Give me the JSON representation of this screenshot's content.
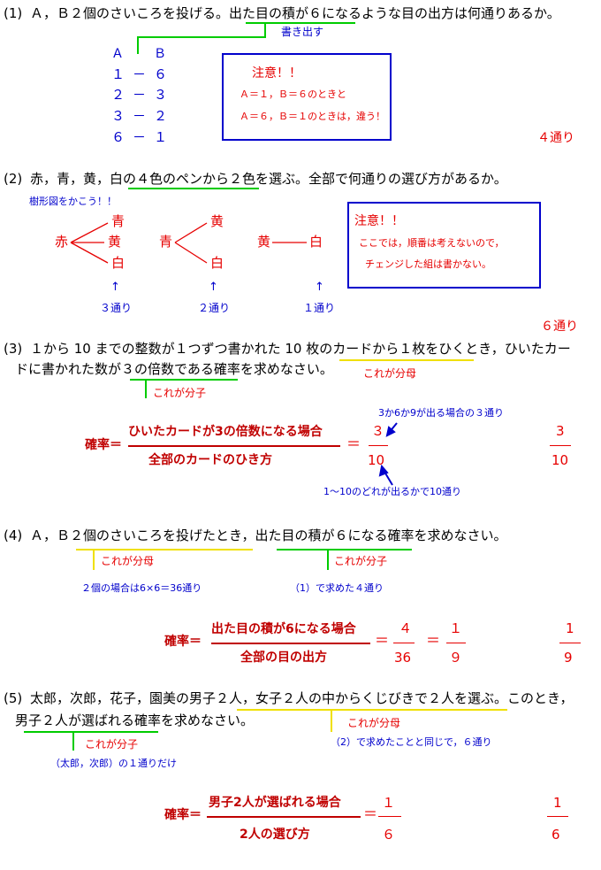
{
  "q1": {
    "num": "(1)",
    "text": "Ａ，Ｂ２個のさいころを投げる。出た目の積が６になるような目の出方は何通りあるか。",
    "note_write": "書き出す",
    "col_a": "Ａ",
    "col_b": "Ｂ",
    "pairs": [
      {
        "a": "１",
        "dash": "－",
        "b": "６"
      },
      {
        "a": "２",
        "dash": "－",
        "b": "３"
      },
      {
        "a": "３",
        "dash": "－",
        "b": "２"
      },
      {
        "a": "６",
        "dash": "－",
        "b": "１"
      }
    ],
    "caution_title": "注意！！",
    "caution_line1": "Ａ＝１，Ｂ＝６のときと",
    "caution_line2": "Ａ＝６，Ｂ＝１のときは，違う！",
    "answer": "４通り"
  },
  "q2": {
    "num": "(2)",
    "text": "赤，青，黄，白の４色のペンから２色を選ぶ。全部で何通りの選び方があるか。",
    "note_tree": "樹形図をかこう！！",
    "tree1_root": "赤",
    "tree1_leaves": [
      "青",
      "黄",
      "白"
    ],
    "tree2_root": "青",
    "tree2_leaves": [
      "黄",
      "白"
    ],
    "tree3_root": "黄",
    "tree3_leaf": "白",
    "arrow": "↑",
    "count1": "３通り",
    "count2": "２通り",
    "count3": "１通り",
    "caution_title": "注意！！",
    "caution_line1": "ここでは，順番は考えないので，",
    "caution_line2": "チェンジした組は書かない。",
    "answer": "６通り"
  },
  "q3": {
    "num": "(3)",
    "text_line1": "１から 10 までの整数が１つずつ書かれた 10 枚のカードから１枚をひくとき，ひいたカー",
    "text_line2": "ドに書かれた数が３の倍数である確率を求めなさい。",
    "note_denominator": "これが分母",
    "note_numerator": "これが分子",
    "prob_label": "確率＝",
    "frac_top": "ひいたカードが3の倍数になる場合",
    "frac_bottom": "全部のカードのひき方",
    "equals": "＝",
    "num_value": "３",
    "den_value": "10",
    "note_num_count": "3か6か9が出る場合の３通り",
    "note_den_count": "1～10のどれが出るかで10通り",
    "answer_num": "3",
    "answer_den": "10"
  },
  "q4": {
    "num": "(4)",
    "text": "Ａ，Ｂ２個のさいころを投げたとき，出た目の積が６になる確率を求めなさい。",
    "note_denominator": "これが分母",
    "note_numerator": "これが分子",
    "note_den_count": "２個の場合は6×6＝36通り",
    "note_num_count": "（1）で求めた４通り",
    "prob_label": "確率＝",
    "frac_top": "出た目の積が6になる場合",
    "frac_bottom": "全部の目の出方",
    "equals": "＝",
    "num_value": "４",
    "den_value": "36",
    "equals2": "＝",
    "num2": "１",
    "den2": "９",
    "answer_num": "1",
    "answer_den": "9"
  },
  "q5": {
    "num": "(5)",
    "text_line1": "太郎，次郎，花子，園美の男子２人，女子２人の中からくじびきで２人を選ぶ。このとき，",
    "text_line2": "男子２人が選ばれる確率を求めなさい。",
    "note_numerator": "これが分子",
    "note_denominator": "これが分母",
    "note_num_count": "（太郎，次郎）の１通りだけ",
    "note_den_count": "（2）で求めたことと同じで，６通り",
    "prob_label": "確率＝",
    "frac_top": "男子2人が選ばれる場合",
    "frac_bottom": "2人の選び方",
    "equals": "＝",
    "num_value": "１",
    "den_value": "６",
    "answer_num": "1",
    "answer_den": "6"
  },
  "colors": {
    "blue": "#0000cc",
    "red": "#e60000",
    "dark_red": "#c00000",
    "green": "#00cc00",
    "yellow": "#f0e000"
  }
}
